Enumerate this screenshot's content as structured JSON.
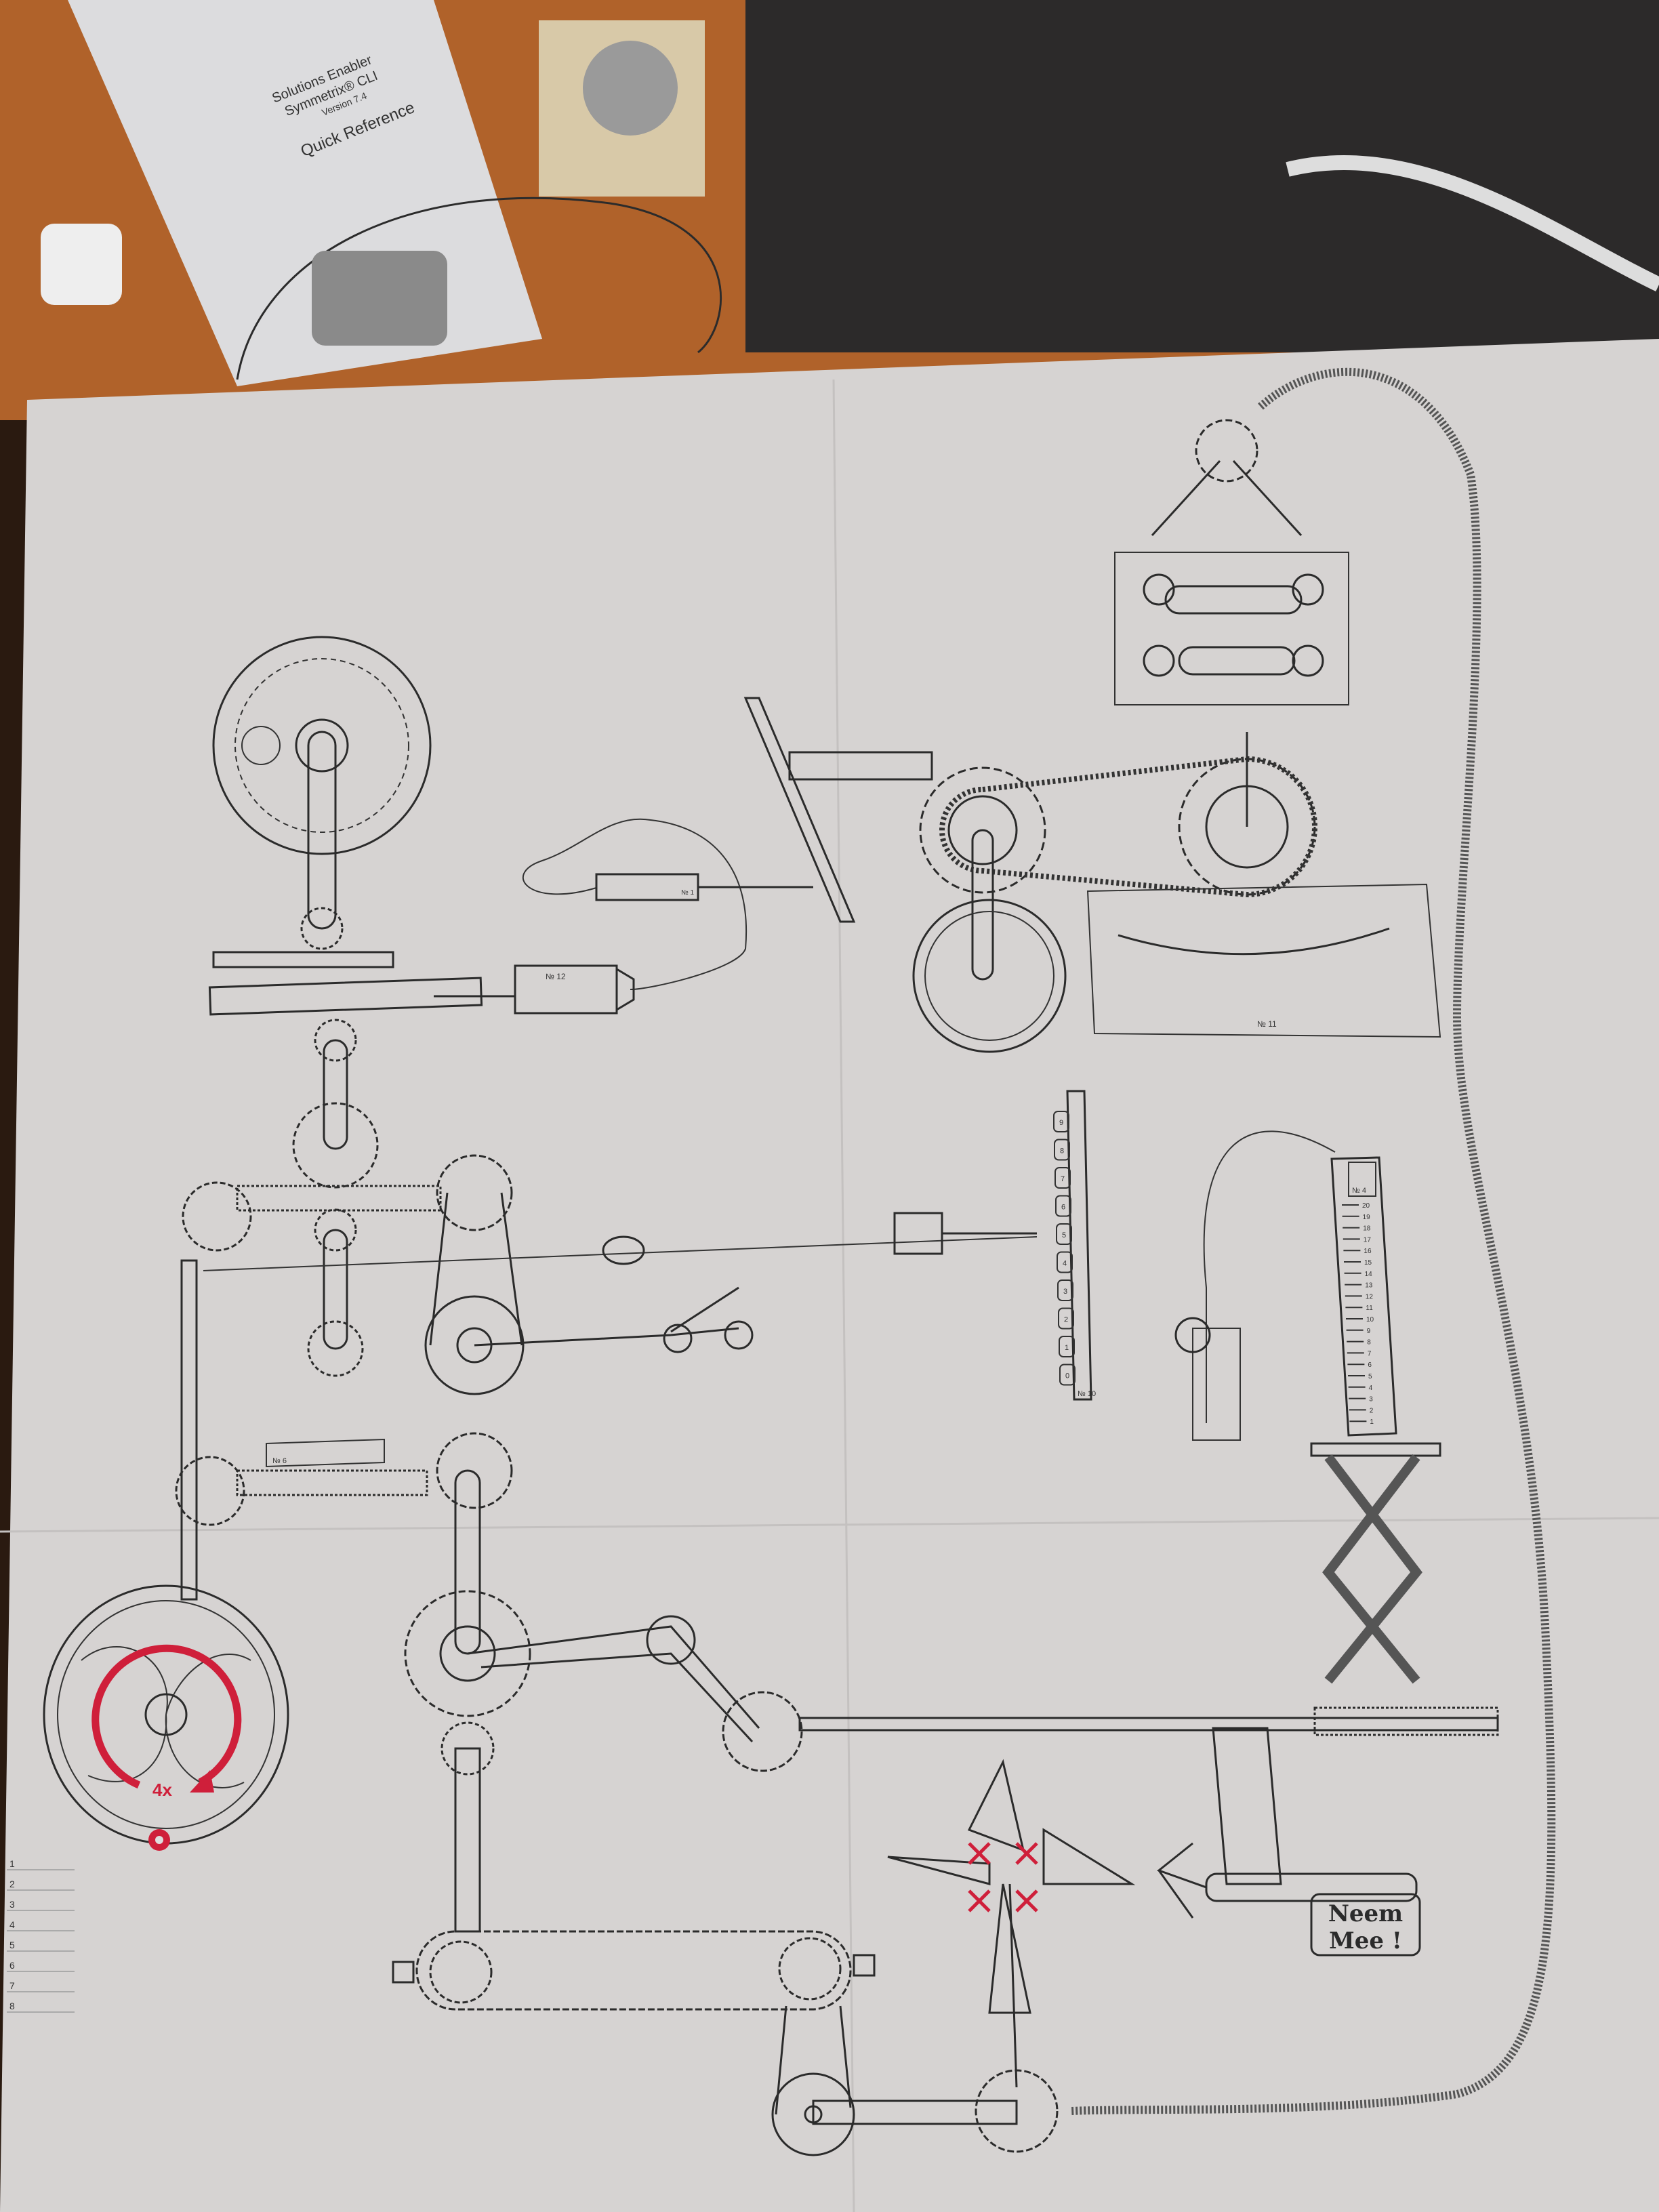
{
  "desk": {
    "manual": {
      "line1": "Solutions Enabler",
      "line2": "Symmetrix® CLI",
      "line3": "Version 7.4",
      "title": "Quick Reference"
    }
  },
  "poster": {
    "rotation_label": "4x",
    "sign_line1": "Neem",
    "sign_line2": "Mee !",
    "cylinder_label": "№ 4",
    "cylinder_scale": [
      "20",
      "19",
      "18",
      "17",
      "16",
      "15",
      "14",
      "13",
      "12",
      "11",
      "10",
      "9",
      "8",
      "7",
      "6",
      "5",
      "4",
      "3",
      "2",
      "1"
    ],
    "counter_label": "№ 10",
    "counter_digits": [
      "9",
      "8",
      "7",
      "6",
      "5",
      "4",
      "3",
      "2",
      "1",
      "0"
    ],
    "lever_panel_label": "№ 11",
    "syringe_small_label": "№ 1",
    "syringe_large_label": "№ 12",
    "ruler_label": "№ 6",
    "margin_numbers": [
      "1",
      "2",
      "3",
      "4",
      "5",
      "6",
      "7",
      "8"
    ],
    "accent_color": "#cf1f3a"
  }
}
